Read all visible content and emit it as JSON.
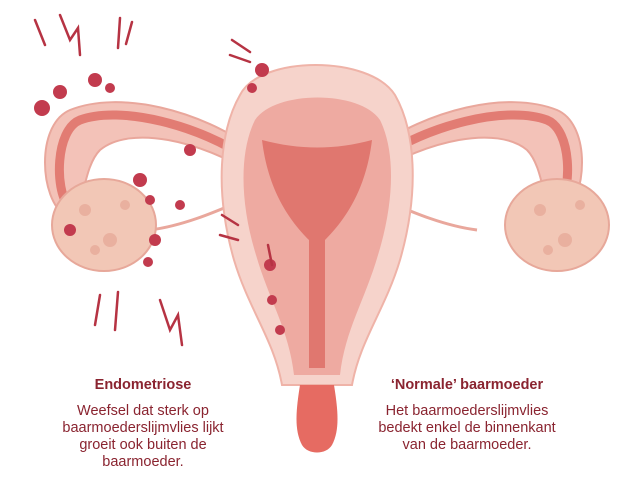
{
  "labels": {
    "endometriosis": {
      "title": "Endometriose",
      "body": "Weefsel dat sterk op baarmoederslijmvlies lijkt groeit ook buiten de baarmoeder."
    },
    "normal": {
      "title": "‘Normale’ baarmoeder",
      "body": "Het baarmoederslijmvlies bedekt enkel de binnenkant van de baarmoeder."
    }
  },
  "colors": {
    "tissue_light": "#f6d3cb",
    "tissue_mid": "#eeaaa1",
    "tissue_dark": "#e0776f",
    "lesion": "#c23b4e",
    "ovary": "#f2c7b6",
    "text": "#8a2430",
    "pain_mark": "#b63343"
  }
}
